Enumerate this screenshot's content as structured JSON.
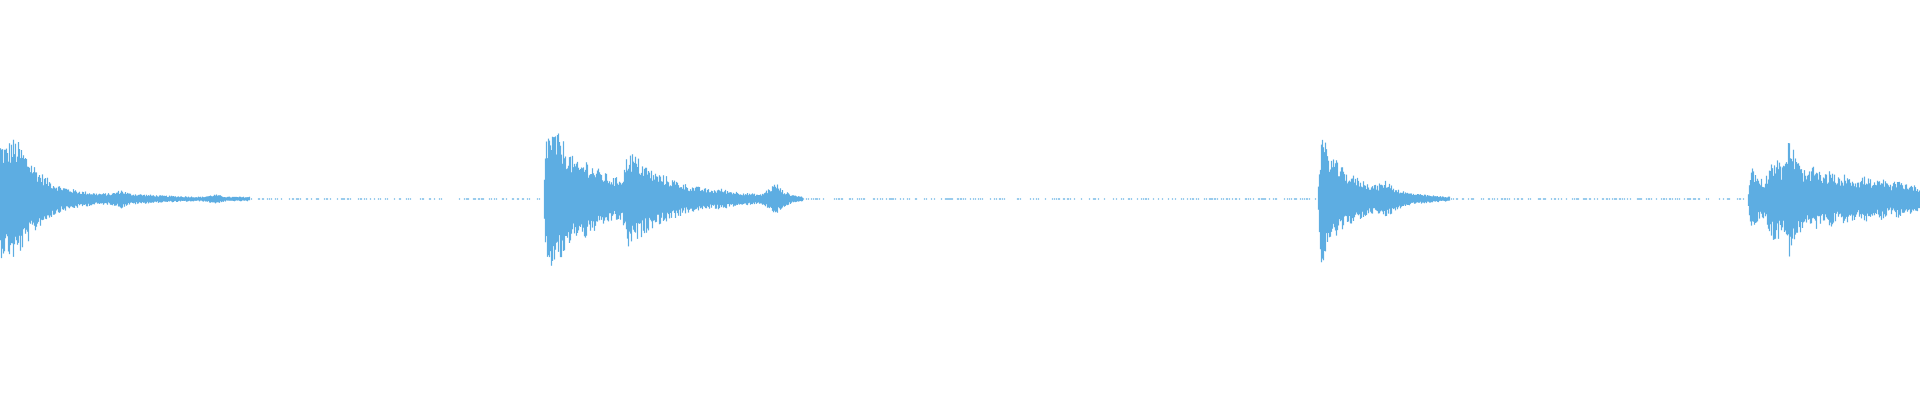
{
  "waveform": {
    "color": "#5dade2",
    "background": "#ffffff",
    "peak_envelope": [
      [
        0.0,
        0.5
      ],
      [
        0.003,
        0.46
      ],
      [
        0.006,
        0.52
      ],
      [
        0.009,
        0.49
      ],
      [
        0.012,
        0.42
      ],
      [
        0.016,
        0.33
      ],
      [
        0.02,
        0.24
      ],
      [
        0.025,
        0.17
      ],
      [
        0.03,
        0.12
      ],
      [
        0.036,
        0.09
      ],
      [
        0.042,
        0.07
      ],
      [
        0.05,
        0.05
      ],
      [
        0.058,
        0.05
      ],
      [
        0.063,
        0.08
      ],
      [
        0.067,
        0.05
      ],
      [
        0.075,
        0.04
      ],
      [
        0.085,
        0.03
      ],
      [
        0.095,
        0.025
      ],
      [
        0.105,
        0.02
      ],
      [
        0.112,
        0.04
      ],
      [
        0.118,
        0.02
      ],
      [
        0.13,
        0.02
      ],
      [
        0.145,
        0.015
      ],
      [
        0.16,
        0.012
      ],
      [
        0.18,
        0.008
      ],
      [
        0.2,
        0.006
      ],
      [
        0.22,
        0.005
      ],
      [
        0.25,
        0.004
      ],
      [
        0.27,
        0.003
      ],
      [
        0.283,
        0.003
      ],
      [
        0.284,
        0.55
      ],
      [
        0.287,
        0.58
      ],
      [
        0.29,
        0.56
      ],
      [
        0.293,
        0.5
      ],
      [
        0.297,
        0.38
      ],
      [
        0.301,
        0.3
      ],
      [
        0.305,
        0.34
      ],
      [
        0.309,
        0.28
      ],
      [
        0.313,
        0.24
      ],
      [
        0.317,
        0.2
      ],
      [
        0.32,
        0.18
      ],
      [
        0.324,
        0.2
      ],
      [
        0.327,
        0.42
      ],
      [
        0.33,
        0.38
      ],
      [
        0.334,
        0.32
      ],
      [
        0.338,
        0.26
      ],
      [
        0.342,
        0.22
      ],
      [
        0.346,
        0.2
      ],
      [
        0.35,
        0.17
      ],
      [
        0.355,
        0.14
      ],
      [
        0.36,
        0.11
      ],
      [
        0.365,
        0.1
      ],
      [
        0.37,
        0.08
      ],
      [
        0.375,
        0.09
      ],
      [
        0.38,
        0.07
      ],
      [
        0.385,
        0.06
      ],
      [
        0.39,
        0.05
      ],
      [
        0.396,
        0.04
      ],
      [
        0.401,
        0.1
      ],
      [
        0.404,
        0.14
      ],
      [
        0.407,
        0.08
      ],
      [
        0.412,
        0.04
      ],
      [
        0.418,
        0.02
      ],
      [
        0.425,
        0.012
      ],
      [
        0.44,
        0.008
      ],
      [
        0.46,
        0.006
      ],
      [
        0.48,
        0.005
      ],
      [
        0.485,
        0.012
      ],
      [
        0.5,
        0.006
      ],
      [
        0.515,
        0.015
      ],
      [
        0.525,
        0.012
      ],
      [
        0.535,
        0.014
      ],
      [
        0.545,
        0.008
      ],
      [
        0.56,
        0.006
      ],
      [
        0.58,
        0.005
      ],
      [
        0.6,
        0.006
      ],
      [
        0.62,
        0.005
      ],
      [
        0.64,
        0.005
      ],
      [
        0.66,
        0.004
      ],
      [
        0.686,
        0.004
      ],
      [
        0.688,
        0.56
      ],
      [
        0.691,
        0.44
      ],
      [
        0.694,
        0.36
      ],
      [
        0.698,
        0.28
      ],
      [
        0.702,
        0.22
      ],
      [
        0.707,
        0.18
      ],
      [
        0.712,
        0.14
      ],
      [
        0.717,
        0.12
      ],
      [
        0.722,
        0.16
      ],
      [
        0.726,
        0.1
      ],
      [
        0.732,
        0.06
      ],
      [
        0.74,
        0.04
      ],
      [
        0.75,
        0.025
      ],
      [
        0.76,
        0.015
      ],
      [
        0.78,
        0.01
      ],
      [
        0.8,
        0.008
      ],
      [
        0.83,
        0.006
      ],
      [
        0.86,
        0.005
      ],
      [
        0.885,
        0.004
      ],
      [
        0.91,
        0.003
      ],
      [
        0.912,
        0.3
      ],
      [
        0.915,
        0.2
      ],
      [
        0.919,
        0.16
      ],
      [
        0.922,
        0.32
      ],
      [
        0.925,
        0.38
      ],
      [
        0.928,
        0.26
      ],
      [
        0.931,
        0.52
      ],
      [
        0.934,
        0.42
      ],
      [
        0.937,
        0.3
      ],
      [
        0.941,
        0.22
      ],
      [
        0.945,
        0.28
      ],
      [
        0.949,
        0.2
      ],
      [
        0.953,
        0.24
      ],
      [
        0.957,
        0.18
      ],
      [
        0.962,
        0.22
      ],
      [
        0.967,
        0.16
      ],
      [
        0.972,
        0.2
      ],
      [
        0.976,
        0.14
      ],
      [
        0.98,
        0.18
      ],
      [
        0.984,
        0.12
      ],
      [
        0.988,
        0.16
      ],
      [
        0.992,
        0.14
      ],
      [
        0.996,
        0.12
      ],
      [
        1.0,
        0.1
      ]
    ]
  }
}
